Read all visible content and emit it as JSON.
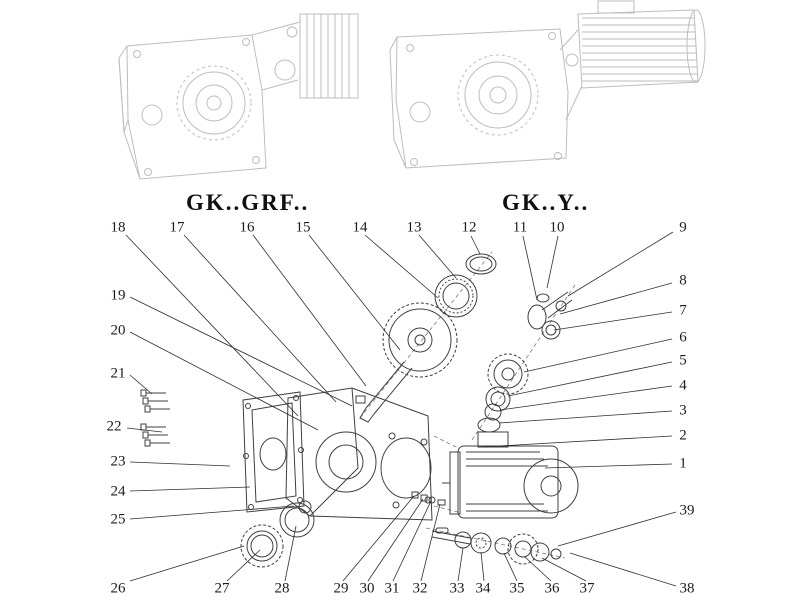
{
  "titles": {
    "left": "GK..GRF..",
    "right": "GK..Y.."
  },
  "colors": {
    "ghost_line": "#bdbdbd",
    "ink_line": "#3f3f3f",
    "text": "#1c1c1c"
  },
  "callouts": [
    {
      "label": "18"
    },
    {
      "label": "17"
    },
    {
      "label": "16"
    },
    {
      "label": "15"
    },
    {
      "label": "14"
    },
    {
      "label": "13"
    },
    {
      "label": "12"
    },
    {
      "label": "11"
    },
    {
      "label": "10"
    },
    {
      "label": "9"
    },
    {
      "label": "8"
    },
    {
      "label": "7"
    },
    {
      "label": "6"
    },
    {
      "label": "5"
    },
    {
      "label": "4"
    },
    {
      "label": "3"
    },
    {
      "label": "2"
    },
    {
      "label": "1"
    },
    {
      "label": "39"
    },
    {
      "label": "38"
    },
    {
      "label": "19"
    },
    {
      "label": "20"
    },
    {
      "label": "21"
    },
    {
      "label": "22"
    },
    {
      "label": "23"
    },
    {
      "label": "24"
    },
    {
      "label": "25"
    },
    {
      "label": "26"
    },
    {
      "label": "27"
    },
    {
      "label": "28"
    },
    {
      "label": "29"
    },
    {
      "label": "30"
    },
    {
      "label": "31"
    },
    {
      "label": "32"
    },
    {
      "label": "33"
    },
    {
      "label": "34"
    },
    {
      "label": "35"
    },
    {
      "label": "36"
    },
    {
      "label": "37"
    }
  ]
}
